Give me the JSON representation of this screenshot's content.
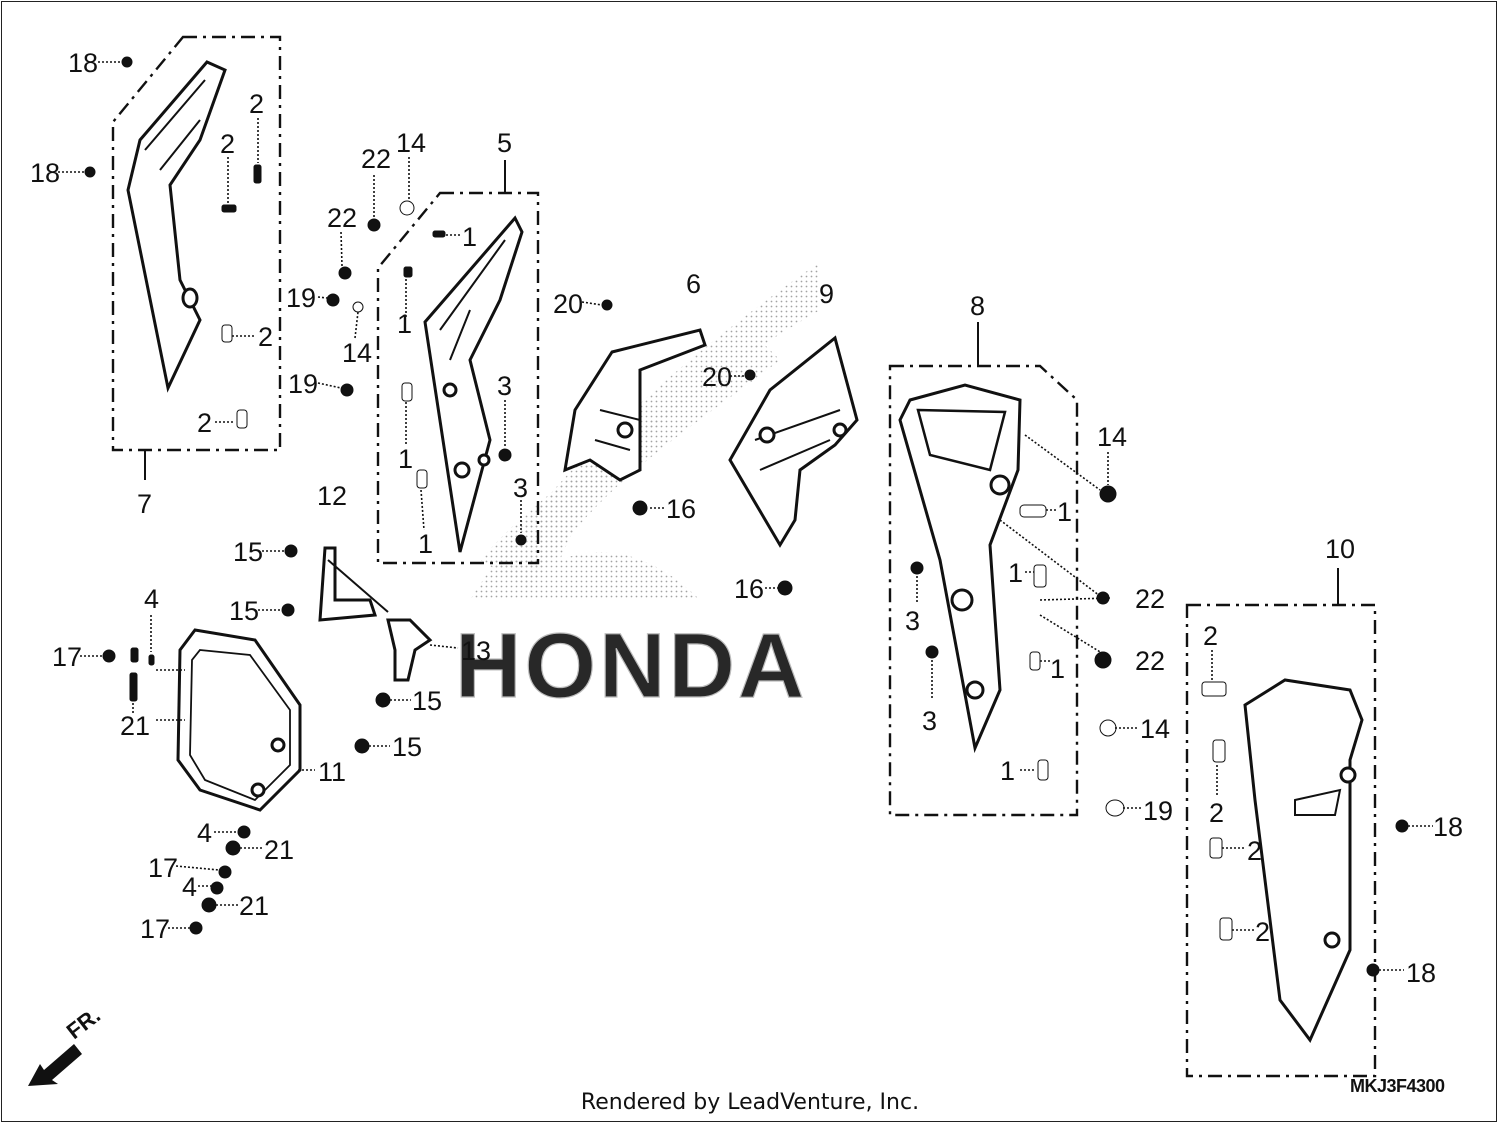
{
  "diagram": {
    "watermark_text": "HONDA",
    "code": "MKJ3F4300",
    "credit": "Rendered by LeadVenture, Inc.",
    "fr_label": "FR.",
    "callouts": [
      "18",
      "18",
      "2",
      "2",
      "2",
      "2",
      "7",
      "22",
      "14",
      "5",
      "22",
      "1",
      "19",
      "14",
      "19",
      "1",
      "1",
      "3",
      "1",
      "3",
      "1",
      "20",
      "6",
      "16",
      "20",
      "9",
      "16",
      "8",
      "14",
      "1",
      "22",
      "1",
      "22",
      "1",
      "3",
      "14",
      "3",
      "1",
      "19",
      "10",
      "2",
      "2",
      "18",
      "2",
      "2",
      "18",
      "12",
      "15",
      "15",
      "13",
      "15",
      "15",
      "4",
      "17",
      "21",
      "11",
      "4",
      "21",
      "17",
      "4",
      "21",
      "17"
    ]
  }
}
